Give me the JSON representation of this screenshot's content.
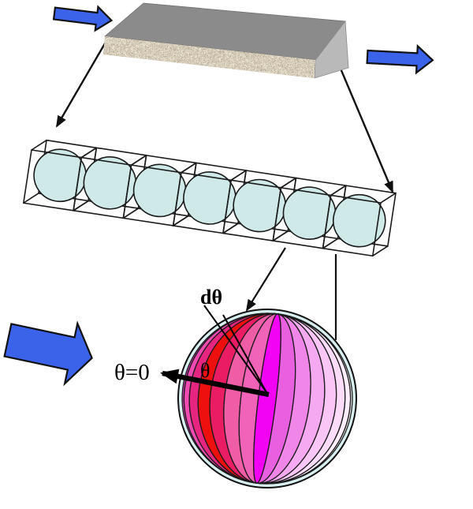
{
  "diagram": {
    "title": "porous-slab-unit-cell-sphere-discretization-diagram",
    "labels": {
      "d_theta": "dθ",
      "theta_zero": "θ=0",
      "theta": "θ"
    },
    "colors": {
      "flow_arrow": "#3a63ea",
      "outline": "#111111",
      "line": "#1a1a1a",
      "slab_top": "#8b8b8b",
      "slab_side": "#b9b9b9",
      "slab_front_base": "#c9bda8",
      "cell_sphere": "#cfe9e9",
      "sphere_base": "#d8efef",
      "slice_palette": [
        "#e93bc6",
        "#ef49b2",
        "#e62580",
        "#ee0f0f",
        "#ea1d64",
        "#ee5da6",
        "#f163b8",
        "#f303f3",
        "#e85fe0",
        "#ef86e8",
        "#f5a9f0",
        "#f9c6f5",
        "#fcdcf9",
        "#feeefd",
        "#ffffff"
      ]
    },
    "unit_cell_row": {
      "cube_count": 7
    },
    "sphere": {
      "slice_count": 15
    }
  }
}
